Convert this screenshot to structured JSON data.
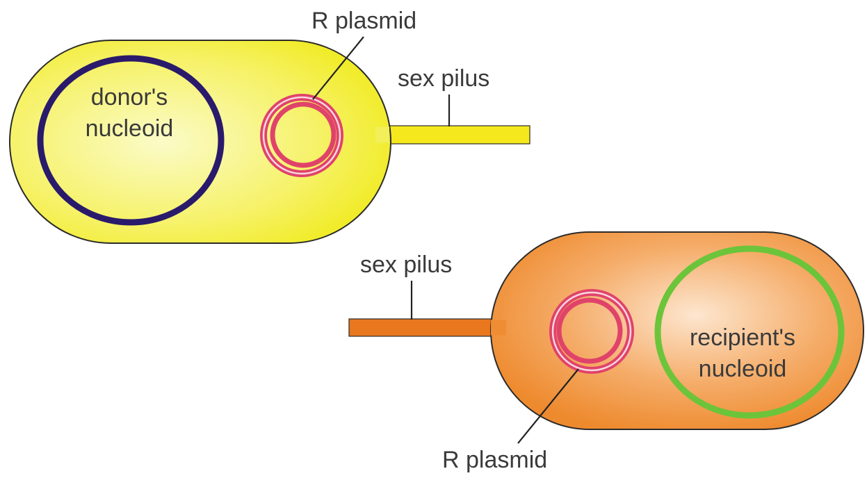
{
  "donor_cell": {
    "nucleoid_label_line1": "donor's",
    "nucleoid_label_line2": "nucleoid",
    "plasmid_label": "R plasmid",
    "pilus_label": "sex pilus",
    "colors": {
      "body": "#f4f030",
      "body_highlight": "#fbfbc8",
      "nucleoid": "#2a1a6b",
      "pilus": "#f5e81c"
    }
  },
  "recipient_cell": {
    "nucleoid_label_line1": "recipient's",
    "nucleoid_label_line2": "nucleoid",
    "plasmid_label": "R plasmid",
    "pilus_label": "sex pilus",
    "colors": {
      "body": "#f08a2a",
      "body_highlight": "#fde6cf",
      "nucleoid": "#6cc43a",
      "pilus": "#e8771e"
    }
  },
  "colors": {
    "plasmid": "#e0436a",
    "outline": "#2b2b2b"
  }
}
